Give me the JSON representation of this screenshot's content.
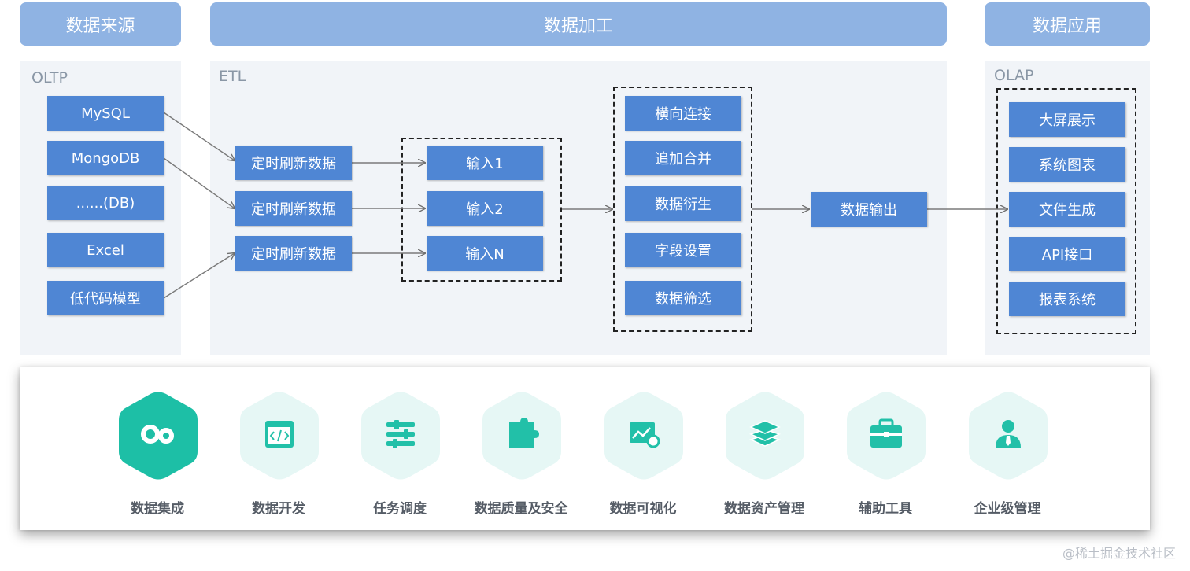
{
  "headers": {
    "source": "数据来源",
    "process": "数据加工",
    "apply": "数据应用"
  },
  "panels": {
    "oltp": "OLTP",
    "etl": "ETL",
    "olap": "OLAP"
  },
  "sources": [
    "MySQL",
    "MongoDB",
    "......(DB)",
    "Excel",
    "低代码模型"
  ],
  "refresh": [
    "定时刷新数据",
    "定时刷新数据",
    "定时刷新数据"
  ],
  "inputs": [
    "输入1",
    "输入2",
    "输入N"
  ],
  "operations": [
    "横向连接",
    "追加合并",
    "数据衍生",
    "字段设置",
    "数据筛选"
  ],
  "output": "数据输出",
  "applications": [
    "大屏展示",
    "系统图表",
    "文件生成",
    "API接口",
    "报表系统"
  ],
  "features": [
    {
      "label": "数据集成",
      "icon": "infinity-icon"
    },
    {
      "label": "数据开发",
      "icon": "code-window-icon"
    },
    {
      "label": "任务调度",
      "icon": "sliders-icon"
    },
    {
      "label": "数据质量及安全",
      "icon": "puzzle-icon"
    },
    {
      "label": "数据可视化",
      "icon": "chart-monitor-icon"
    },
    {
      "label": "数据资产管理",
      "icon": "layers-icon"
    },
    {
      "label": "辅助工具",
      "icon": "toolbox-icon"
    },
    {
      "label": "企业级管理",
      "icon": "user-tie-icon"
    }
  ],
  "colors": {
    "header": "#8fb3e3",
    "box": "#4f86d4",
    "panel": "#f1f4f8",
    "active_hex": "#1dbfa6",
    "hex": "#e6f7f5"
  },
  "watermark": "@稀土掘金技术社区"
}
